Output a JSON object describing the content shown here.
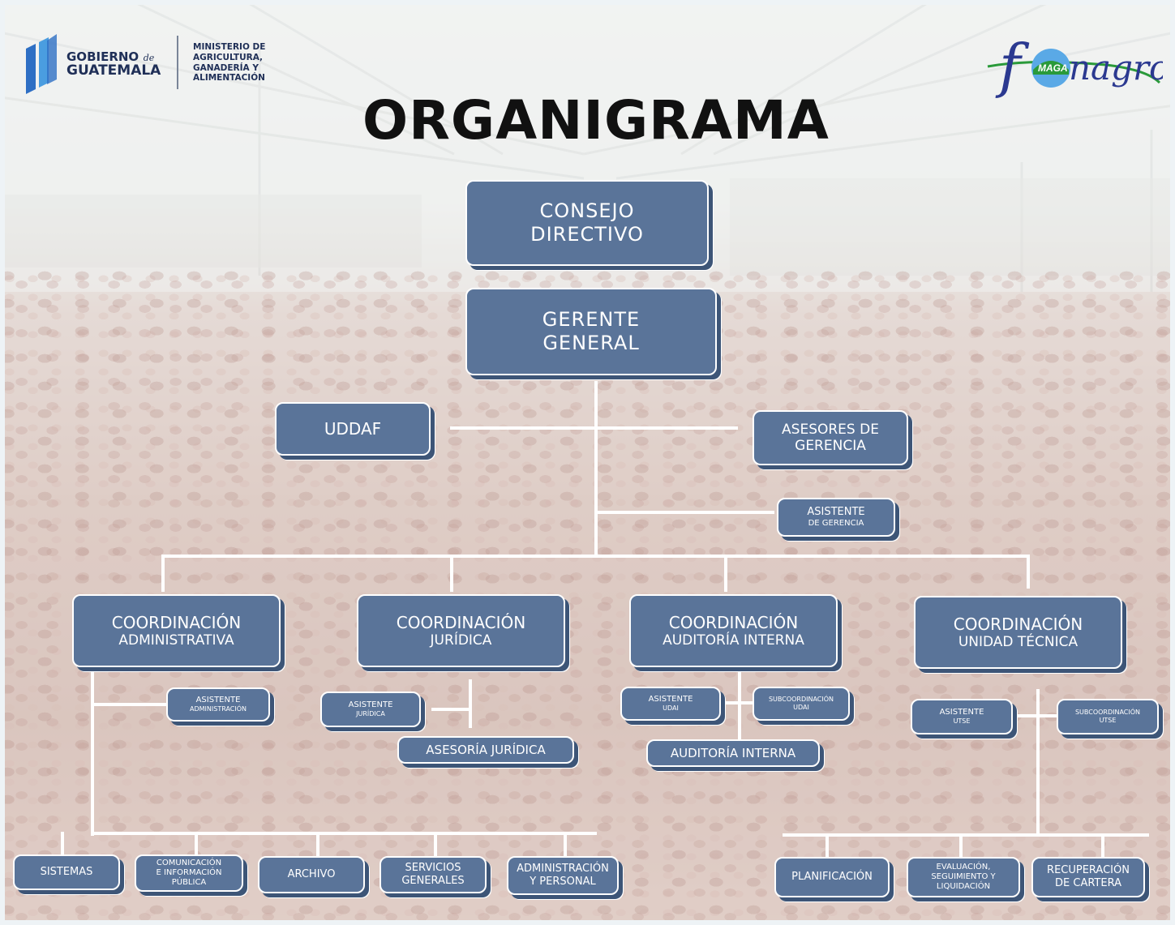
{
  "title": "ORGANIGRAMA",
  "logos": {
    "gov_line1": "GOBIERNO",
    "gov_de": "de",
    "gov_line2": "GUATEMALA",
    "ministry_line1": "MINISTERIO DE",
    "ministry_line2": "AGRICULTURA,",
    "ministry_line3": "GANADERÍA Y",
    "ministry_line4": "ALIMENTACIÓN",
    "fonagro_f": "f",
    "fonagro_maga": "MAGA",
    "fonagro_rest": "nagro"
  },
  "colors": {
    "box_fill": "#5a7499",
    "box_shadow": "#3d5577",
    "connector": "#ffffff",
    "title": "#111111",
    "gov_blue": "#2e6fc4"
  },
  "nodes": {
    "consejo": [
      "CONSEJO",
      "DIRECTIVO"
    ],
    "gerente": [
      "GERENTE",
      "GENERAL"
    ],
    "uddaf": "UDDAF",
    "asesores": [
      "ASESORES DE",
      "GERENCIA"
    ],
    "asistente_gerencia": [
      "ASISTENTE",
      "DE GERENCIA"
    ],
    "coord_admin": [
      "COORDINACIÓN",
      "ADMINISTRATIVA"
    ],
    "coord_juridica": [
      "COORDINACIÓN",
      "JURÍDICA"
    ],
    "coord_auditoria": [
      "COORDINACIÓN",
      "AUDITORÍA INTERNA"
    ],
    "coord_tecnica": [
      "COORDINACIÓN",
      "UNIDAD TÉCNICA"
    ],
    "asistente_admin": [
      "ASISTENTE",
      "ADMINISTRACIÓN"
    ],
    "asistente_juridica": [
      "ASISTENTE",
      "JURÍDICA"
    ],
    "asesoria_juridica": "ASESORÍA JURÍDICA",
    "asistente_udai": [
      "ASISTENTE",
      "UDAI"
    ],
    "subcoord_udai": [
      "SUBCOORDINACIÓN",
      "UDAI"
    ],
    "auditoria_interna": "AUDITORÍA INTERNA",
    "asistente_utse": [
      "ASISTENTE",
      "UTSE"
    ],
    "subcoord_utse": [
      "SUBCOORDINACIÓN",
      "UTSE"
    ],
    "sistemas": "SISTEMAS",
    "comunicacion": [
      "COMUNICACIÓN",
      "E INFORMACIÓN",
      "PÚBLICA"
    ],
    "archivo": "ARCHIVO",
    "servicios": [
      "SERVICIOS",
      "GENERALES"
    ],
    "administracion": [
      "ADMINISTRACIÓN",
      "Y PERSONAL"
    ],
    "planificacion": "PLANIFICACIÓN",
    "evaluacion": [
      "EVALUACIÓN,",
      "SEGUIMIENTO Y",
      "LIQUIDACIÓN"
    ],
    "recuperacion": [
      "RECUPERACIÓN",
      "DE CARTERA"
    ]
  }
}
